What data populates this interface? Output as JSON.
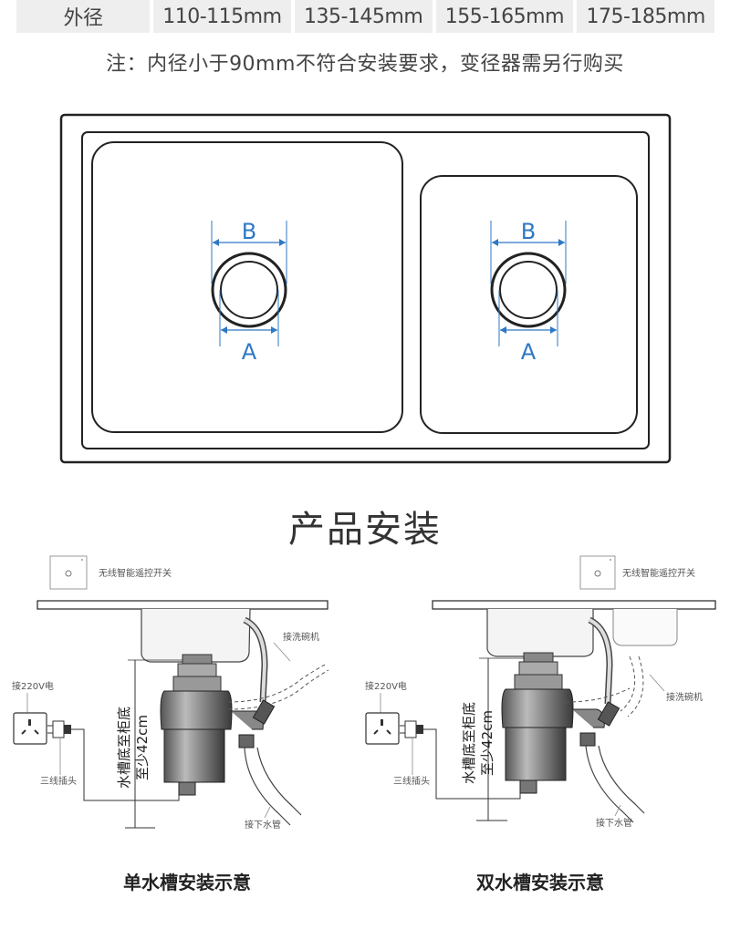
{
  "spec_table": {
    "label": "外径",
    "values": [
      "110-115mm",
      "135-145mm",
      "155-165mm",
      "175-185mm"
    ]
  },
  "note": "注：内径小于90mm不符合安装要求，变径器需另行购买",
  "sink_diagram": {
    "left_bowl": {
      "label_b": "B",
      "label_a": "A"
    },
    "right_bowl": {
      "label_b": "B",
      "label_a": "A"
    }
  },
  "section_title": "产品安装",
  "single_sink": {
    "switch_label": "无线智能遥控开关",
    "dishwasher_label": "接洗碗机",
    "power_label": "接220V电",
    "plug_label": "三线插头",
    "drain_label": "接下水管",
    "height_label_line1": "水槽底至柜底",
    "height_label_line2": "至少42cm",
    "caption": "单水槽安装示意"
  },
  "double_sink": {
    "switch_label": "无线智能遥控开关",
    "dishwasher_label": "接洗碗机",
    "power_label": "接220V电",
    "plug_label": "三线插头",
    "drain_label": "接下水管",
    "height_label_line1": "水槽底至柜底",
    "height_label_line2": "至少42cm",
    "caption": "双水槽安装示意"
  },
  "colors": {
    "accent_blue": "#2e78c4",
    "line": "#222222",
    "cell_bg": "#eeeeee"
  }
}
